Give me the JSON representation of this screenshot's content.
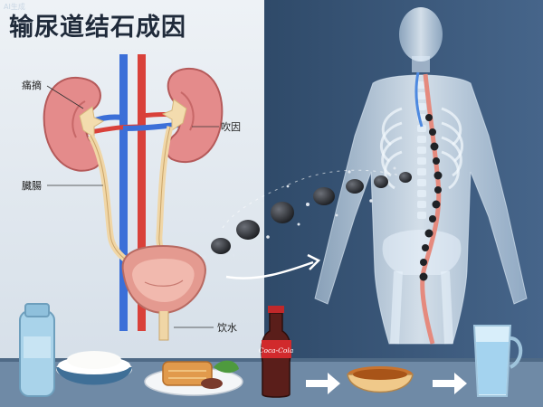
{
  "title": "输尿道结石成因",
  "corner_badge": "AI生成",
  "labels": {
    "kidney_pelvis": "痛摘",
    "ureter": "臓腸",
    "cause": "吹因",
    "drink": "饮水"
  },
  "bottle_brand": "Coca-Cola",
  "colors": {
    "background_left": "#dfe7ee",
    "background_right": "#3b5878",
    "kidney": "#e48b8b",
    "vein": "#3b6fd8",
    "artery": "#d9413a",
    "stone": "#2d3035",
    "counter": "#6f8aa6"
  },
  "icons": [
    "water-bottle-icon",
    "rice-bowl-icon",
    "fried-food-plate-icon",
    "cola-bottle-icon",
    "arrow-right-icon",
    "stew-bowl-icon",
    "water-glass-icon"
  ]
}
